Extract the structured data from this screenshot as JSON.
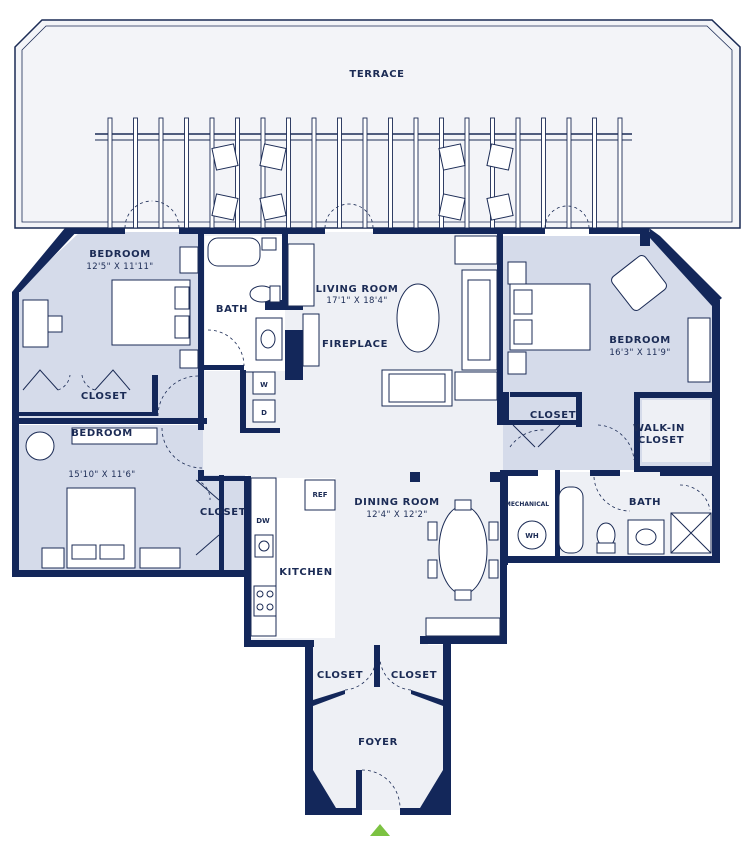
{
  "plan": {
    "terrace": "TERRACE",
    "living_room": {
      "name": "LIVING ROOM",
      "dims": "17'1\" X 18'4\""
    },
    "fireplace": "FIREPLACE",
    "bedroom_nw": {
      "name": "BEDROOM",
      "dims": "12'5\" X 11'11\""
    },
    "bedroom_sw": {
      "name": "BEDROOM",
      "dims": "15'10\" X 11'6\""
    },
    "bedroom_e": {
      "name": "BEDROOM",
      "dims": "16'3\" X 11'9\""
    },
    "bath_w": "BATH",
    "bath_e": "BATH",
    "closet_nw": "CLOSET",
    "closet_sw": "CLOSET",
    "closet_e": "CLOSET",
    "walk_in_line1": "WALK-IN",
    "walk_in_line2": "CLOSET",
    "washer": "W",
    "dryer": "D",
    "ref": "REF",
    "dw": "DW",
    "kitchen": "KITCHEN",
    "dining_room": {
      "name": "DINING ROOM",
      "dims": "12'4\" X 12'2\""
    },
    "mechanical": "MECHANICAL",
    "water_heater": "WH",
    "closet_foyer_left": "CLOSET",
    "closet_foyer_right": "CLOSET",
    "foyer": "FOYER"
  },
  "colors": {
    "wall": "#13275a",
    "bedroom_fill": "#d5dbea",
    "living_fill": "#eef0f5",
    "terrace_fill": "#f3f4f8",
    "entry_marker": "#7cc242"
  }
}
